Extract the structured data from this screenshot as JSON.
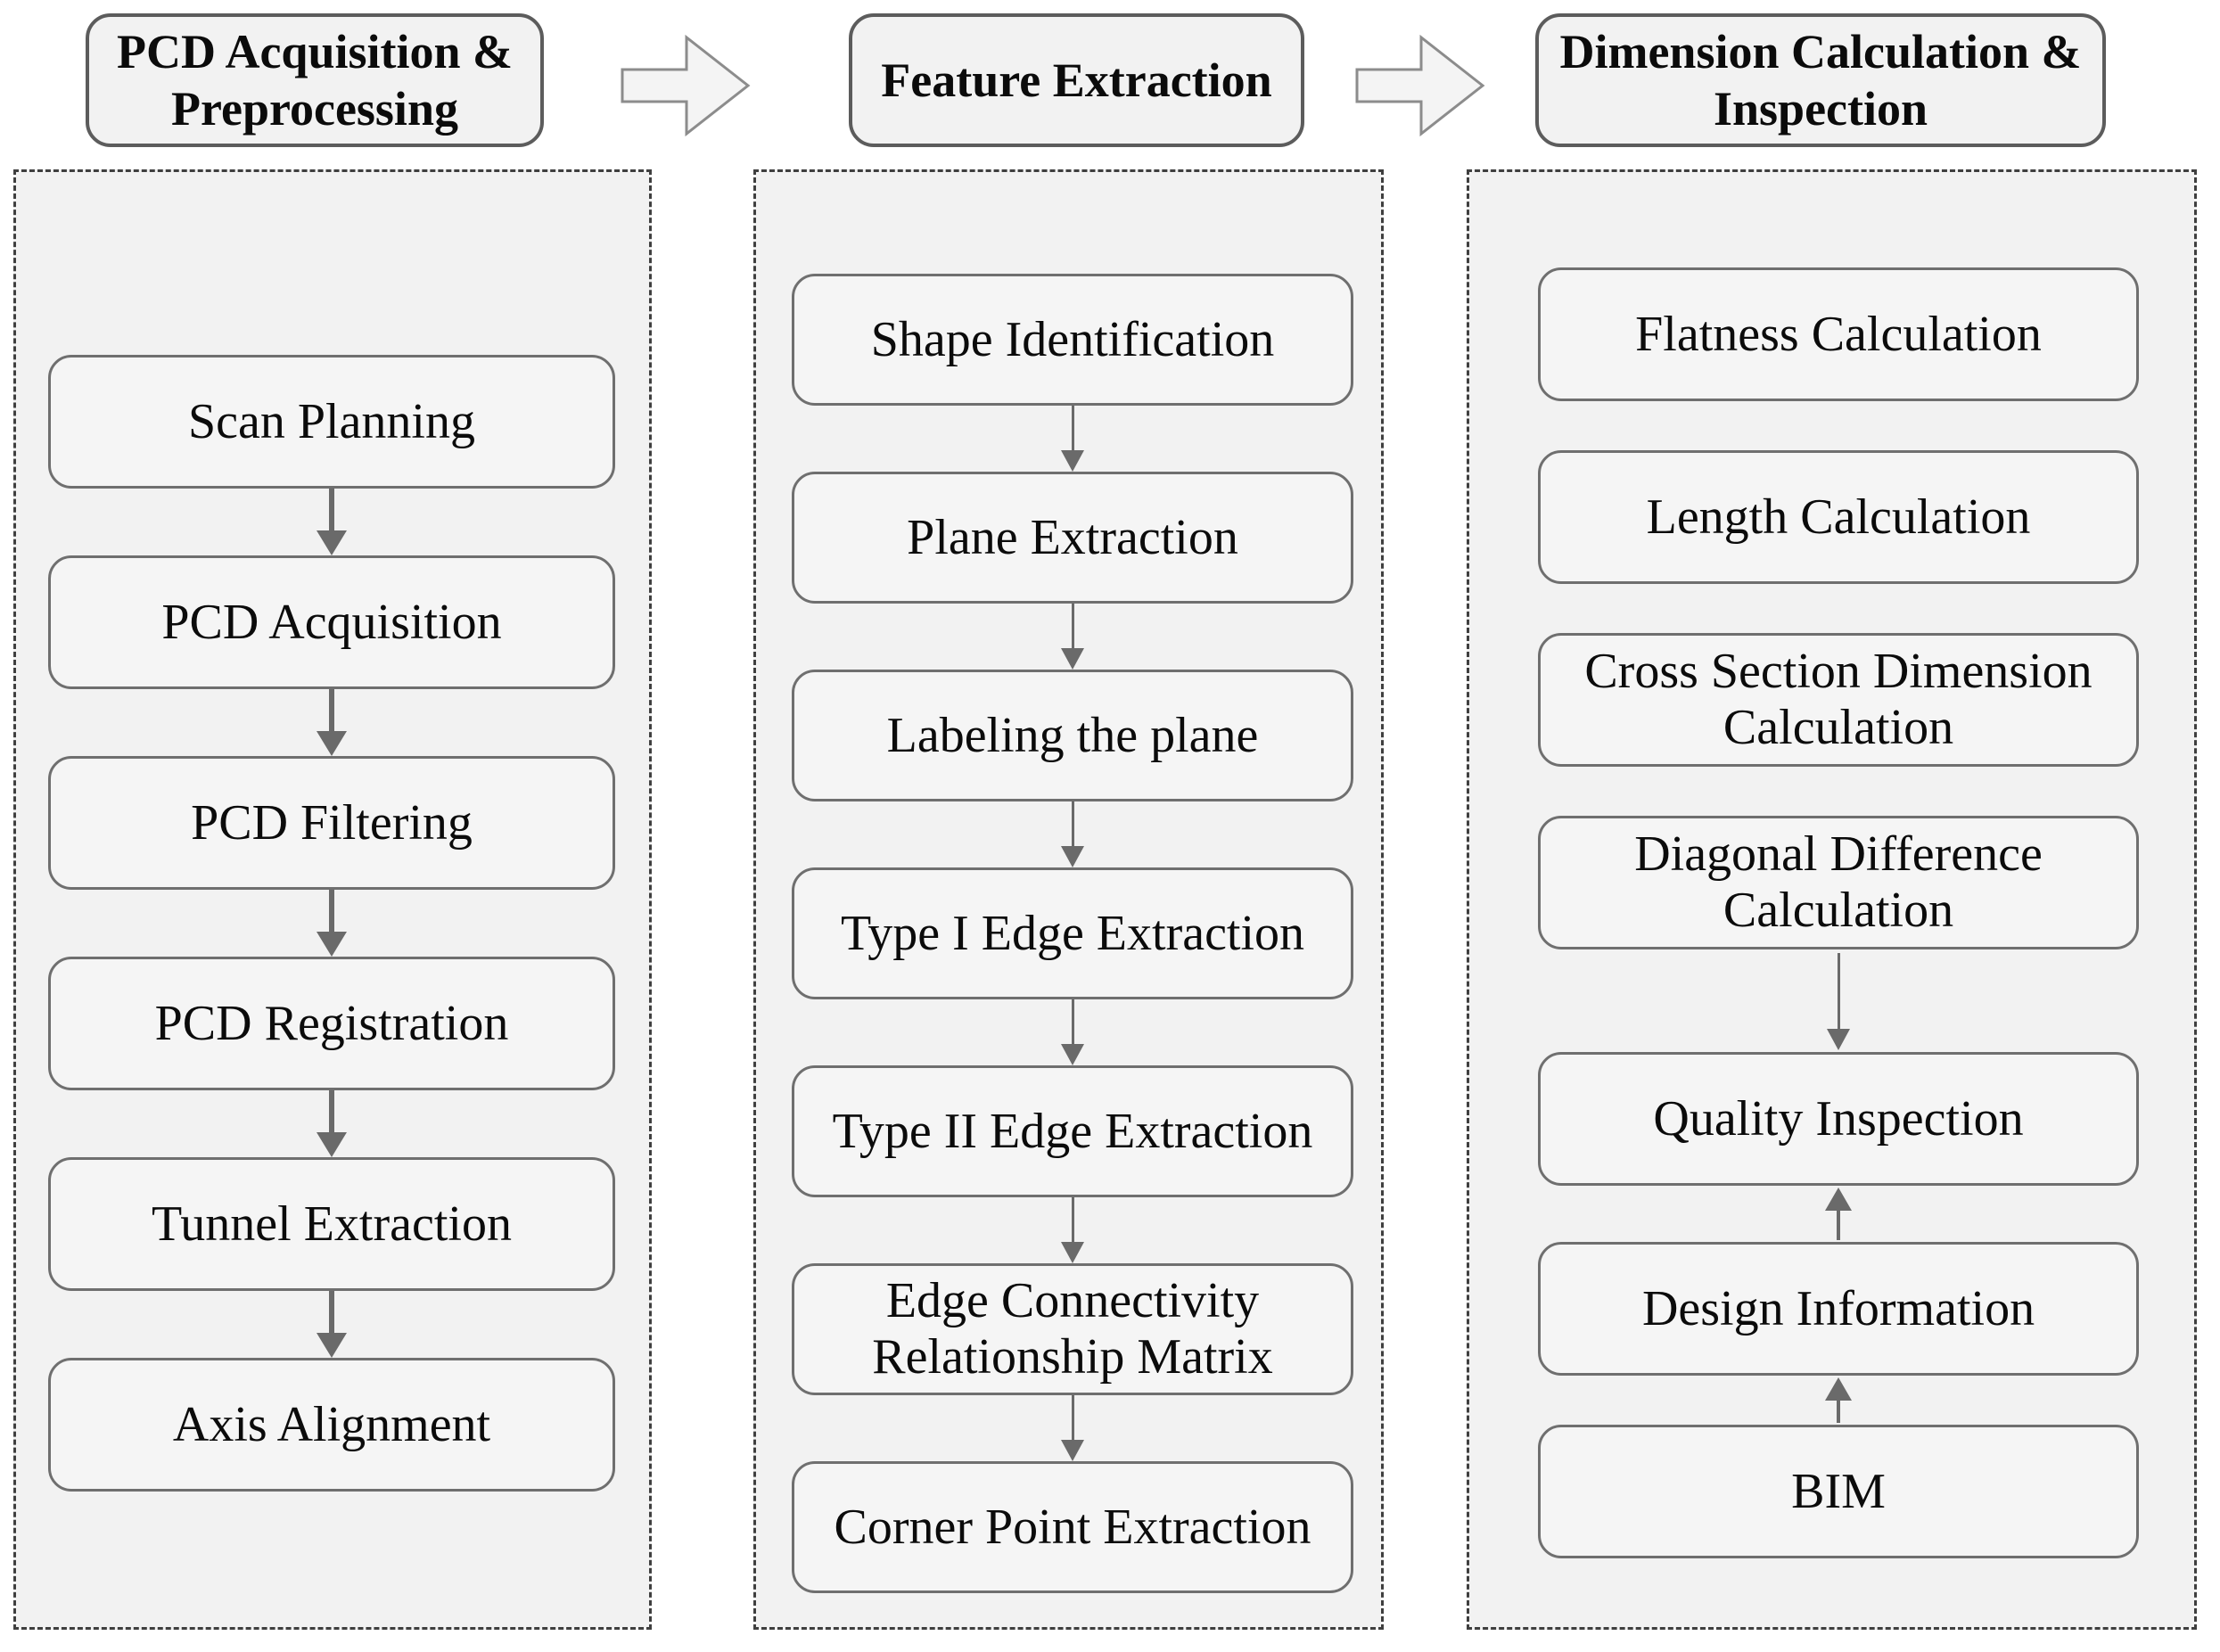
{
  "colors": {
    "page_bg": "#ffffff",
    "container_bg": "#f2f2f2",
    "container_border": "#3f3f3f",
    "box_bg": "#f5f5f5",
    "box_border": "#6f6f6f",
    "header_border": "#5c5c5c",
    "text": "#0b0b0b",
    "arrow": "#6a6a6a",
    "block_arrow_fill": "#f4f4f4",
    "block_arrow_stroke": "#8c8c8c"
  },
  "headers": [
    {
      "lines": [
        "PCD Acquisition &",
        "Preprocessing"
      ]
    },
    {
      "lines": [
        "Feature Extraction"
      ]
    },
    {
      "lines": [
        "Dimension Calculation &",
        "Inspection"
      ]
    }
  ],
  "stages": [
    {
      "boxes": [
        {
          "lines": [
            "Scan Planning"
          ]
        },
        {
          "lines": [
            "PCD Acquisition"
          ]
        },
        {
          "lines": [
            "PCD Filtering"
          ]
        },
        {
          "lines": [
            "PCD Registration"
          ]
        },
        {
          "lines": [
            "Tunnel Extraction"
          ]
        },
        {
          "lines": [
            "Axis Alignment"
          ]
        }
      ]
    },
    {
      "boxes": [
        {
          "lines": [
            "Shape Identification"
          ]
        },
        {
          "lines": [
            "Plane Extraction"
          ]
        },
        {
          "lines": [
            "Labeling the plane"
          ]
        },
        {
          "lines": [
            "Type I Edge Extraction"
          ]
        },
        {
          "lines": [
            "Type II Edge Extraction"
          ]
        },
        {
          "lines": [
            "Edge Connectivity",
            "Relationship Matrix"
          ]
        },
        {
          "lines": [
            "Corner Point Extraction"
          ]
        }
      ]
    },
    {
      "boxes": [
        {
          "lines": [
            "Flatness Calculation"
          ]
        },
        {
          "lines": [
            "Length Calculation"
          ]
        },
        {
          "lines": [
            "Cross Section Dimension",
            "Calculation"
          ]
        },
        {
          "lines": [
            "Diagonal Difference",
            "Calculation"
          ]
        },
        {
          "lines": [
            "Quality Inspection"
          ]
        },
        {
          "lines": [
            "Design Information"
          ]
        },
        {
          "lines": [
            "BIM"
          ]
        }
      ]
    }
  ]
}
